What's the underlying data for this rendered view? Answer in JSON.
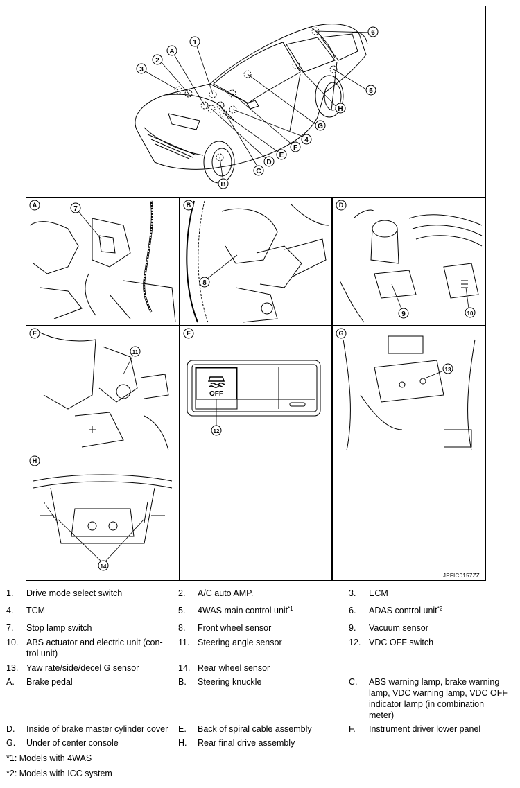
{
  "figure": {
    "id": "JPFIC0157ZZ",
    "car_callouts": {
      "n1": "1",
      "n2": "2",
      "n3": "3",
      "n4": "4",
      "n5": "5",
      "n6": "6",
      "A": "A",
      "B": "B",
      "C": "C",
      "D": "D",
      "E": "E",
      "F": "F",
      "G": "G",
      "H": "H"
    },
    "panels": {
      "A": {
        "letter": "A",
        "callout": "7"
      },
      "B": {
        "letter": "B",
        "callout": "8"
      },
      "D": {
        "letter": "D",
        "callouts": [
          "9",
          "10"
        ]
      },
      "E": {
        "letter": "E",
        "callout": "11"
      },
      "F": {
        "letter": "F",
        "callout": "12",
        "switch_label": "OFF"
      },
      "G": {
        "letter": "G",
        "callout": "13"
      },
      "H": {
        "letter": "H",
        "callout": "14"
      }
    }
  },
  "legend": {
    "rows": [
      [
        {
          "num": "1.",
          "text": "Drive mode select switch"
        },
        {
          "num": "2.",
          "text": "A/C auto AMP."
        },
        {
          "num": "3.",
          "text": "ECM"
        }
      ],
      [
        {
          "num": "4.",
          "text": "TCM"
        },
        {
          "num": "5.",
          "text": "4WAS main control unit",
          "sup": "*1"
        },
        {
          "num": "6.",
          "text": "ADAS control unit",
          "sup": "*2"
        }
      ],
      [
        {
          "num": "7.",
          "text": "Stop lamp switch"
        },
        {
          "num": "8.",
          "text": "Front wheel sensor"
        },
        {
          "num": "9.",
          "text": "Vacuum sensor"
        }
      ],
      [
        {
          "num": "10.",
          "text": "ABS actuator and electric unit (con-",
          "text2": "trol unit)"
        },
        {
          "num": "11.",
          "text": "Steering angle sensor"
        },
        {
          "num": "12.",
          "text": "VDC OFF switch"
        }
      ],
      [
        {
          "num": "13.",
          "text": "Yaw rate/side/decel G sensor"
        },
        {
          "num": "14.",
          "text": "Rear wheel sensor"
        },
        {
          "num": "",
          "text": ""
        }
      ],
      [
        {
          "num": "A.",
          "text": "Brake pedal"
        },
        {
          "num": "B.",
          "text": "Steering knuckle"
        },
        {
          "num": "C.",
          "text": "ABS warning lamp, brake warning",
          "text2": "lamp, VDC warning lamp, VDC OFF",
          "text3": "indicator lamp (in combination",
          "text4": "meter)"
        }
      ],
      [
        {
          "num": "D.",
          "text": "Inside of brake master cylinder cover"
        },
        {
          "num": "E.",
          "text": "Back of spiral cable assembly"
        },
        {
          "num": "F.",
          "text": "Instrument driver lower panel"
        }
      ],
      [
        {
          "num": "G.",
          "text": "Under of center console"
        },
        {
          "num": "H.",
          "text": "Rear final drive assembly"
        },
        {
          "num": "",
          "text": ""
        }
      ]
    ],
    "notes": [
      "*1: Models with 4WAS",
      "*2: Models with ICC system"
    ]
  }
}
